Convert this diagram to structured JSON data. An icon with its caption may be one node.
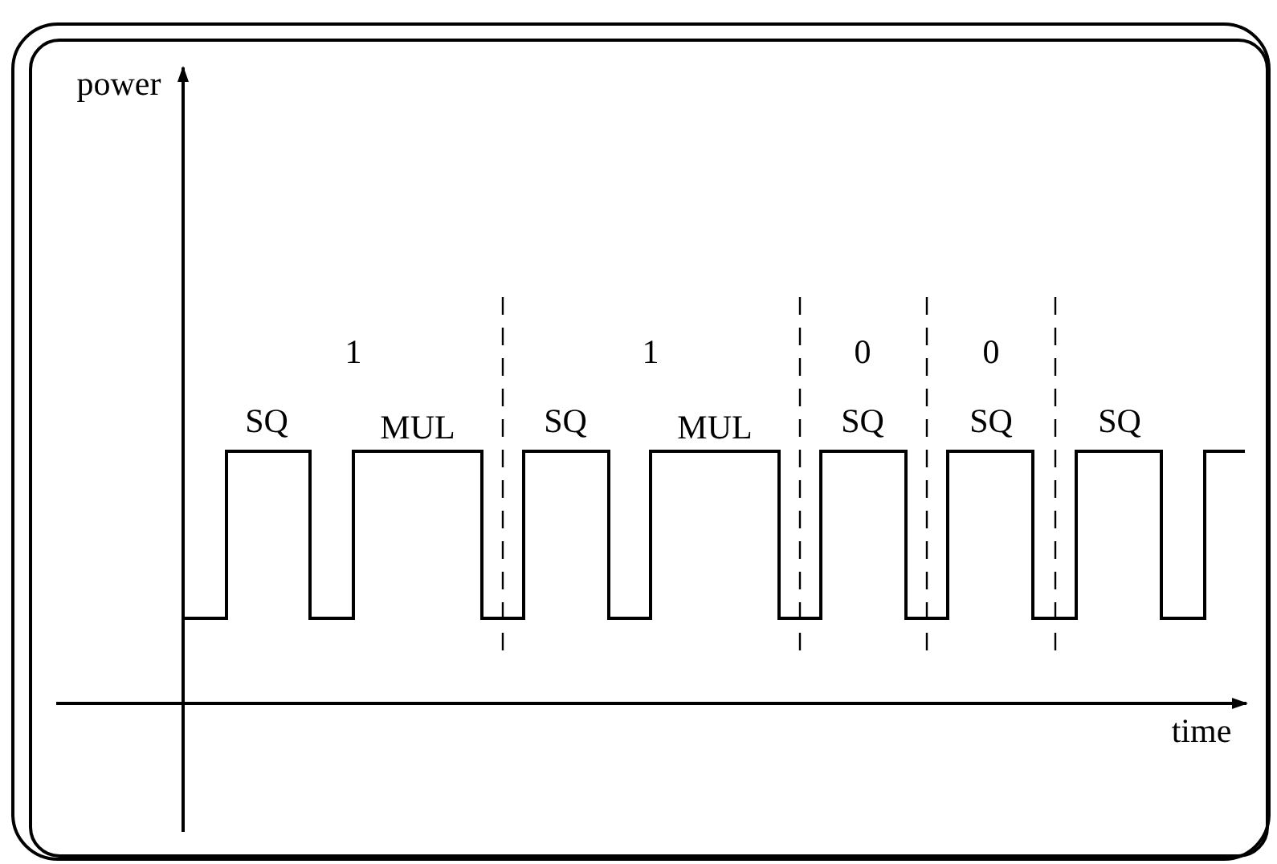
{
  "diagram": {
    "labels": [
      "power",
      "1",
      "1",
      "0",
      "0",
      "SQ",
      "MUL",
      "SQ",
      "MUL",
      "SQ",
      "SQ",
      "SQ",
      "time"
    ]
  }
}
